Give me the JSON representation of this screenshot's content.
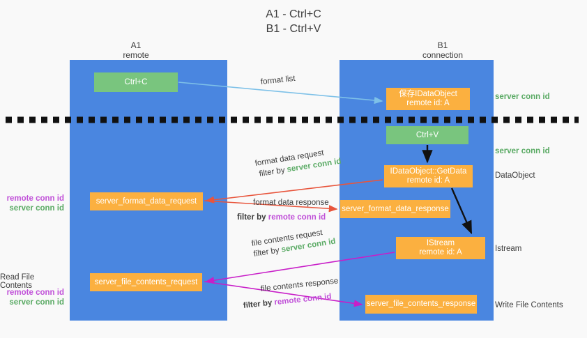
{
  "title": {
    "line1": "A1 - Ctrl+C",
    "line2": "B1 - Ctrl+V"
  },
  "lanes": [
    {
      "id": "a1",
      "name": "A1",
      "subtitle": "remote"
    },
    {
      "id": "b1",
      "name": "B1",
      "subtitle": "connection"
    }
  ],
  "colors": {
    "lane_blue": "#4a86e0",
    "node_green": "#79c57e",
    "node_orange": "#fbb040",
    "server_conn_green": "#5aaa64",
    "remote_conn_magenta": "#c050d8",
    "arrow_blue": "#7ec1e8",
    "arrow_red": "#e8553c",
    "arrow_magenta": "#c81ec8",
    "arrow_black": "#000000",
    "background": "#f9f9f9",
    "text_dark": "#3c3c3c"
  },
  "nodes": {
    "ctrl_c": {
      "label": "Ctrl+C",
      "color": "green"
    },
    "save_idataobject": {
      "line1": "保存IDataObject",
      "line2": "remote id: A",
      "color": "orange"
    },
    "ctrl_v": {
      "label": "Ctrl+V",
      "color": "green"
    },
    "get_data": {
      "line1": "IDataObject::GetData",
      "line2": "remote id: A",
      "color": "orange"
    },
    "server_format_data_request": {
      "label": "server_format_data_request",
      "color": "orange"
    },
    "server_format_data_response": {
      "label": "server_format_data_response",
      "color": "orange"
    },
    "istream": {
      "line1": "IStream",
      "line2": "remote id: A",
      "color": "orange"
    },
    "server_file_contents_request": {
      "label": "server_file_contents_request",
      "color": "orange"
    },
    "server_file_contents_response": {
      "label": "server_file_contents_response",
      "color": "orange"
    }
  },
  "right_annotations": {
    "server_conn_id_top": "server conn id",
    "server_conn_id_mid": "server conn id",
    "data_object": "DataObject",
    "istream": "Istream",
    "write_file_contents": "Write File Contents"
  },
  "left_annotations": {
    "group1": {
      "remote": "remote conn id",
      "server": "server conn id"
    },
    "read_file_contents": "Read File Contents",
    "group2": {
      "remote": "remote conn id",
      "server": "server conn id"
    }
  },
  "edge_labels": {
    "format_list": "format list",
    "format_data_request": "format data request",
    "format_data_request_filter_prefix": "filter by ",
    "format_data_request_filter_value": "server conn id",
    "format_data_response": "format data response",
    "format_data_response_filter_prefix": "filter by ",
    "format_data_response_filter_value": "remote conn id",
    "file_contents_request": "file contents request",
    "file_contents_request_filter_prefix": "filter by ",
    "file_contents_request_filter_value": "server conn id",
    "file_contents_response": "file contents response",
    "file_contents_response_filter_prefix": "filter by ",
    "file_contents_response_filter_value": "remote conn id"
  }
}
